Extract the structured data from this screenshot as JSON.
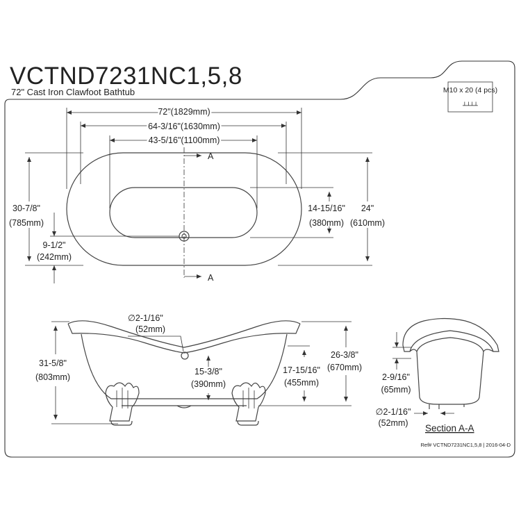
{
  "header": {
    "model": "VCTND7231NC1,5,8",
    "subtitle": "72\" Cast Iron Clawfoot Bathtub"
  },
  "hardware_box": {
    "label": "M10 x 20 (4 pcs)",
    "glyph": "┴┴┴┴"
  },
  "top_view": {
    "overall_length": "72\"(1829mm)",
    "inner_length": "64-3/16\"(1630mm)",
    "basin_length": "43-5/16\"(1100mm)",
    "section_marker_top": "A",
    "section_marker_bottom": "A",
    "left_height": {
      "imperial": "30-7/8\"",
      "metric": "(785mm)"
    },
    "drain_offset": {
      "imperial": "9-1/2\"",
      "metric": "(242mm)"
    },
    "basin_width": {
      "imperial": "14-15/16\"",
      "metric": "(380mm)"
    },
    "overall_width": {
      "imperial": "24\"",
      "metric": "(610mm)"
    }
  },
  "side_view": {
    "drain_dia": {
      "imperial": "∅2-1/16\"",
      "metric": "(52mm)"
    },
    "total_height": {
      "imperial": "31-5/8\"",
      "metric": "(803mm)"
    },
    "drain_height": {
      "imperial": "15-3/8\"",
      "metric": "(390mm)"
    },
    "rim_height": {
      "imperial": "17-15/16\"",
      "metric": "(455mm)"
    },
    "end_height": {
      "imperial": "26-3/8\"",
      "metric": "(670mm)"
    }
  },
  "section_view": {
    "rim_overhang": {
      "imperial": "2-9/16\"",
      "metric": "(65mm)"
    },
    "drain_dia": {
      "imperial": "∅2-1/16\"",
      "metric": "(52mm)"
    },
    "label": "Section A-A"
  },
  "footer": {
    "ref": "Ref# VCTND7231NC1,5,8 | 2016-04-D"
  }
}
